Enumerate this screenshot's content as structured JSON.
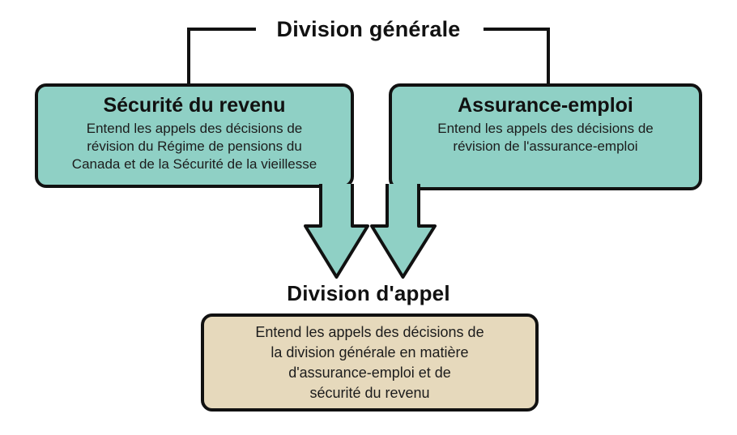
{
  "colors": {
    "box_fill_teal": "#8fd0c5",
    "box_fill_beige": "#e6d9bc",
    "outline": "#111111",
    "text": "#1c1c1c"
  },
  "general_division": {
    "title": "Division générale"
  },
  "income_security": {
    "title": "Sécurité du revenu",
    "body": "Entend les appels des décisions de\nrévision du Régime de pensions du\nCanada et de la Sécurité de la vieillesse"
  },
  "employment_insurance": {
    "title": "Assurance-emploi",
    "body": "Entend les appels des décisions de\nrévision de l'assurance-emploi"
  },
  "appeal_division": {
    "title": "Division d'appel",
    "body": "Entend les appels des décisions de\nla division générale en matière\nd'assurance-emploi et de\nsécurité du revenu"
  }
}
